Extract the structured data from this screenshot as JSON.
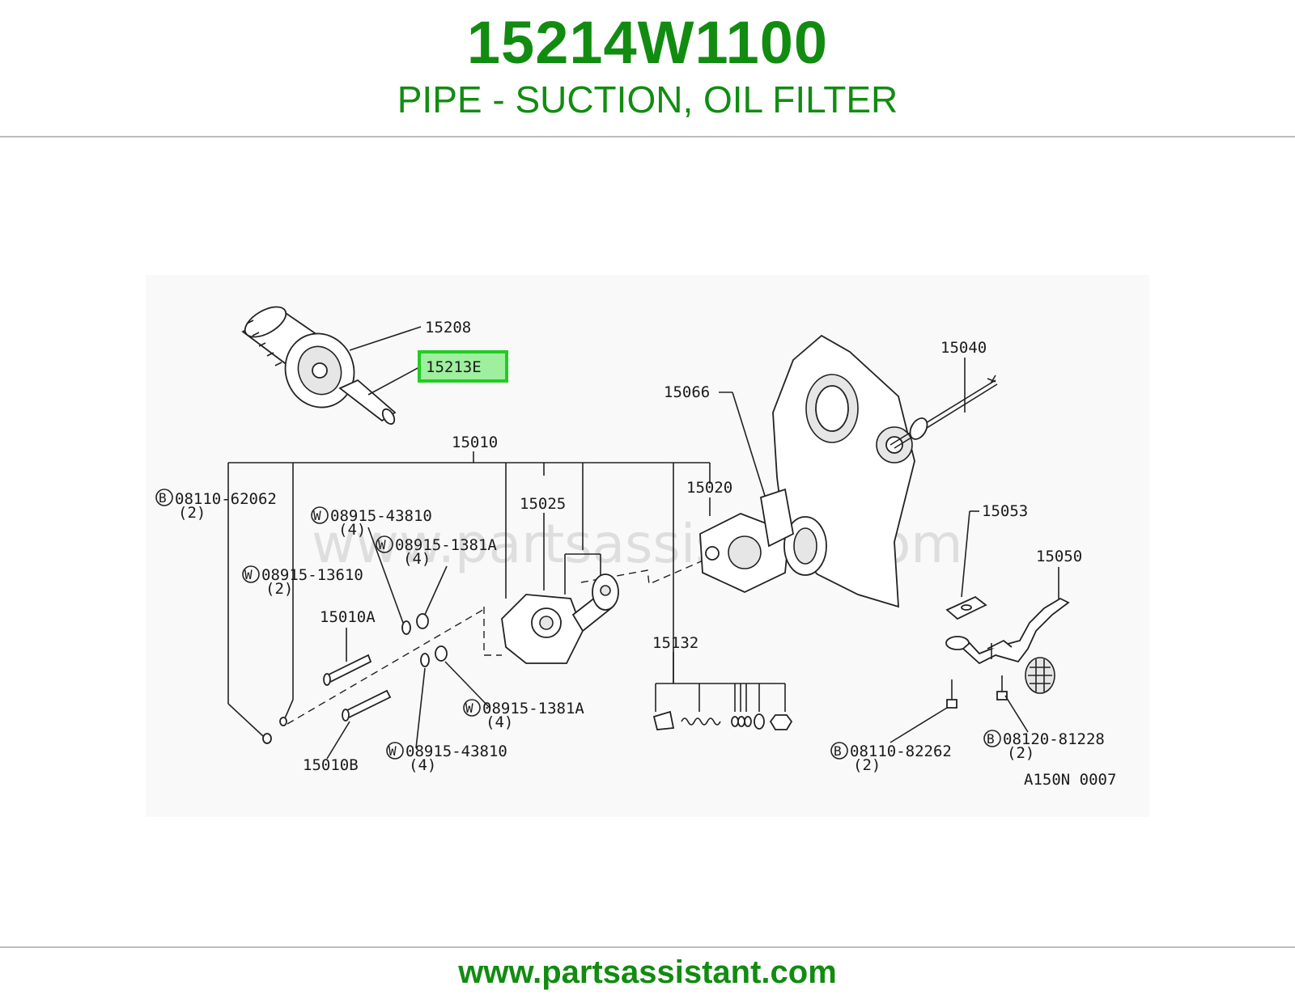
{
  "header": {
    "part_number": "15214W1100",
    "part_name": "PIPE - SUCTION, OIL FILTER"
  },
  "diagram": {
    "watermark": "www.partsassistant.com",
    "code": "A150N 0007",
    "highlighted_label": "15213E",
    "highlight_color": "#22cc22",
    "labels": {
      "p15208": "15208",
      "p15213e": "15213E",
      "p15010": "15010",
      "p15066": "15066",
      "p15040": "15040",
      "p15020": "15020",
      "p15025": "15025",
      "p15053": "15053",
      "p15050": "15050",
      "p15010a": "15010A",
      "p15010b": "15010B",
      "p15132": "15132",
      "b08110_62062": "08110-62062",
      "b08110_62062_qty": "(2)",
      "w08915_43810_a": "08915-43810",
      "w08915_43810_a_qty": "(4)",
      "w08915_1381a_a": "08915-1381A",
      "w08915_1381a_a_qty": "(4)",
      "w08915_13610": "08915-13610",
      "w08915_13610_qty": "(2)",
      "w08915_1381a_b": "08915-1381A",
      "w08915_1381a_b_qty": "(4)",
      "w08915_43810_b": "08915-43810",
      "w08915_43810_b_qty": "(4)",
      "b08110_82262": "08110-82262",
      "b08110_82262_qty": "(2)",
      "b08120_81228": "08120-81228",
      "b08120_81228_qty": "(2)",
      "prefix_b": "B",
      "prefix_w": "W"
    }
  },
  "footer": {
    "url": "www.partsassistant.com"
  }
}
